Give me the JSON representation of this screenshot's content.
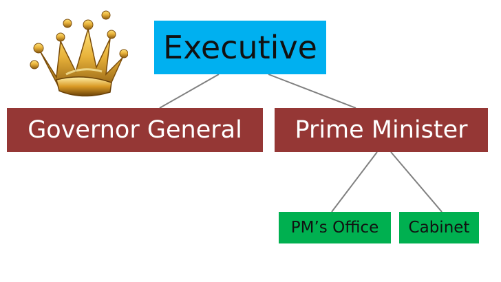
{
  "nodes": {
    "executive": {
      "label": "Executive",
      "fill": "#00b0f0"
    },
    "governor_general": {
      "label": "Governor General",
      "fill": "#953735"
    },
    "prime_minister": {
      "label": "Prime Minister",
      "fill": "#953735"
    },
    "pm_office": {
      "label": "PM’s Office",
      "fill": "#00b050"
    },
    "cabinet": {
      "label": "Cabinet",
      "fill": "#00b050"
    }
  },
  "edges": [
    {
      "from": "executive",
      "to": "governor_general"
    },
    {
      "from": "executive",
      "to": "prime_minister"
    },
    {
      "from": "prime_minister",
      "to": "pm_office"
    },
    {
      "from": "prime_minister",
      "to": "cabinet"
    }
  ],
  "colors": {
    "connector": "#808080",
    "crown_gold": "#e8b23a",
    "crown_shadow": "#8a5a10"
  },
  "icons": {
    "crown": "crown-icon"
  }
}
